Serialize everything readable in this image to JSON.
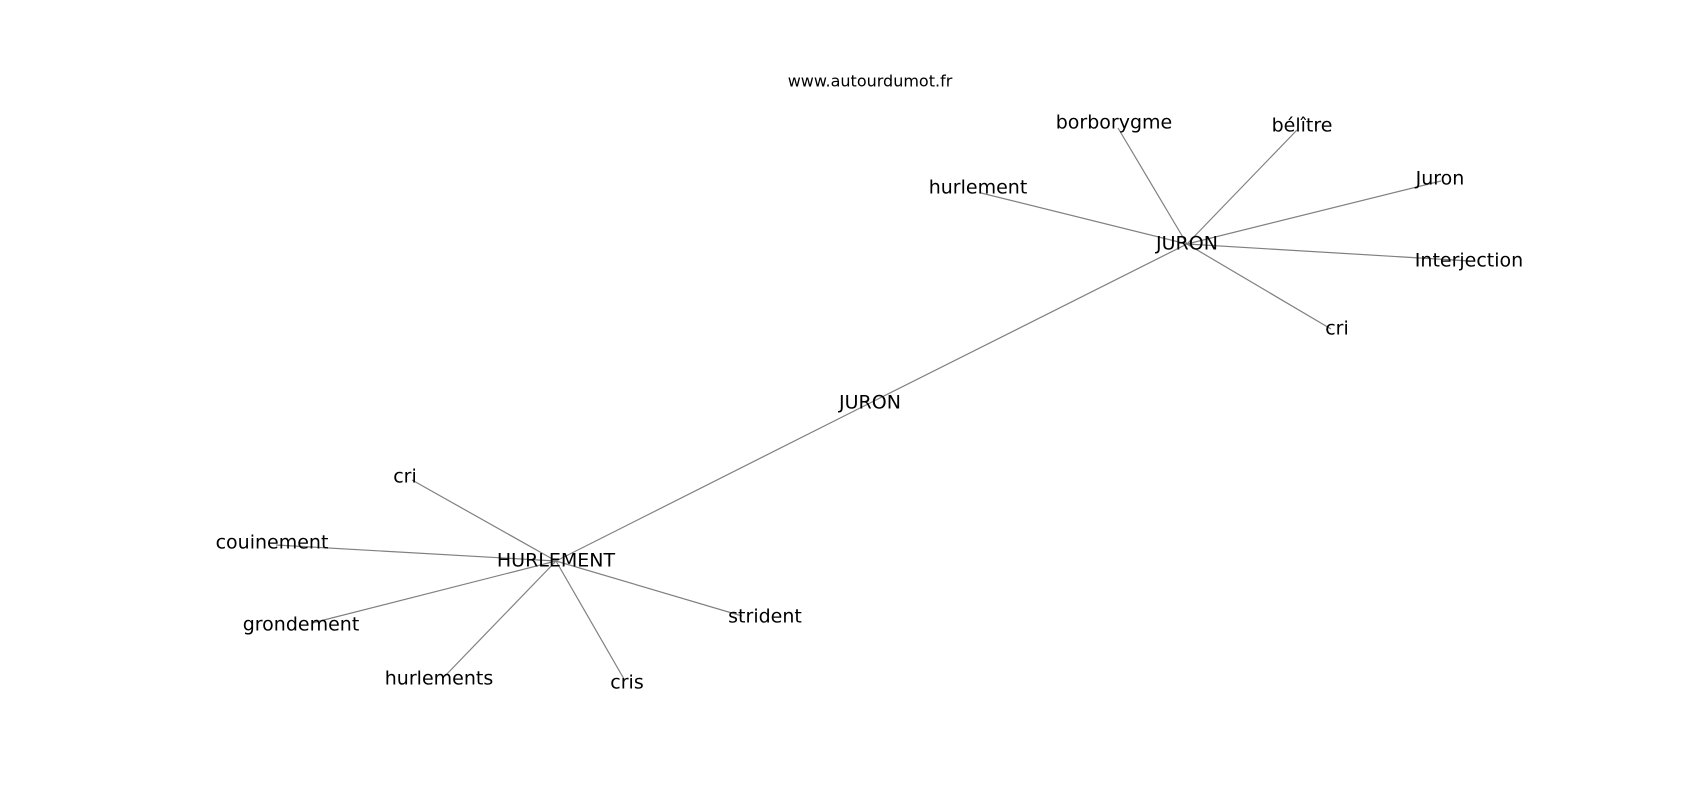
{
  "watermark": "www.autourdumot.fr",
  "graph": {
    "nodes": [
      {
        "id": "juron_center",
        "label": "JURON"
      },
      {
        "id": "juron_top",
        "label": "JURON"
      },
      {
        "id": "hurlement_hub",
        "label": "HURLEMENT"
      },
      {
        "id": "borborygme",
        "label": "borborygme"
      },
      {
        "id": "belitre",
        "label": "bélître"
      },
      {
        "id": "hurlement_j",
        "label": "hurlement"
      },
      {
        "id": "juron_j",
        "label": "Juron"
      },
      {
        "id": "interjection",
        "label": "Interjection"
      },
      {
        "id": "cri_j",
        "label": "cri"
      },
      {
        "id": "cri_h",
        "label": "cri"
      },
      {
        "id": "couinement",
        "label": "couinement"
      },
      {
        "id": "grondement",
        "label": "grondement"
      },
      {
        "id": "hurlements",
        "label": "hurlements"
      },
      {
        "id": "cris",
        "label": "cris"
      },
      {
        "id": "strident",
        "label": "strident"
      }
    ],
    "edges": [
      [
        "juron_top",
        "juron_center"
      ],
      [
        "juron_center",
        "hurlement_hub"
      ],
      [
        "juron_top",
        "borborygme"
      ],
      [
        "juron_top",
        "belitre"
      ],
      [
        "juron_top",
        "hurlement_j"
      ],
      [
        "juron_top",
        "juron_j"
      ],
      [
        "juron_top",
        "interjection"
      ],
      [
        "juron_top",
        "cri_j"
      ],
      [
        "hurlement_hub",
        "cri_h"
      ],
      [
        "hurlement_hub",
        "couinement"
      ],
      [
        "hurlement_hub",
        "grondement"
      ],
      [
        "hurlement_hub",
        "hurlements"
      ],
      [
        "hurlement_hub",
        "cris"
      ],
      [
        "hurlement_hub",
        "strident"
      ]
    ]
  }
}
